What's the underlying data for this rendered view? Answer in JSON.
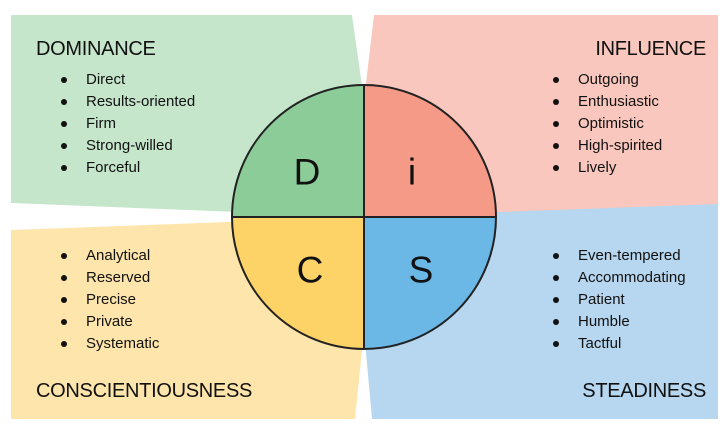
{
  "quadrants": {
    "dominance": {
      "title": "DOMINANCE",
      "letter": "D",
      "traits": [
        "Direct",
        "Results-oriented",
        "Firm",
        "Strong-willed",
        "Forceful"
      ],
      "background_color": "#c5e6cb",
      "circle_color": "#8ccc98"
    },
    "influence": {
      "title": "INFLUENCE",
      "letter": "i",
      "traits": [
        "Outgoing",
        "Enthusiastic",
        "Optimistic",
        "High-spirited",
        "Lively"
      ],
      "background_color": "#f9c7bd",
      "circle_color": "#f49a86"
    },
    "conscientiousness": {
      "title": "CONSCIENTIOUSNESS",
      "letter": "C",
      "traits": [
        "Analytical",
        "Reserved",
        "Precise",
        "Private",
        "Systematic"
      ],
      "background_color": "#fde5ab",
      "circle_color": "#fdd266"
    },
    "steadiness": {
      "title": "STEADINESS",
      "letter": "S",
      "traits": [
        "Even-tempered",
        "Accommodating",
        "Patient",
        "Humble",
        "Tactful"
      ],
      "background_color": "#b7d6ef",
      "circle_color": "#6bb7e6"
    }
  }
}
